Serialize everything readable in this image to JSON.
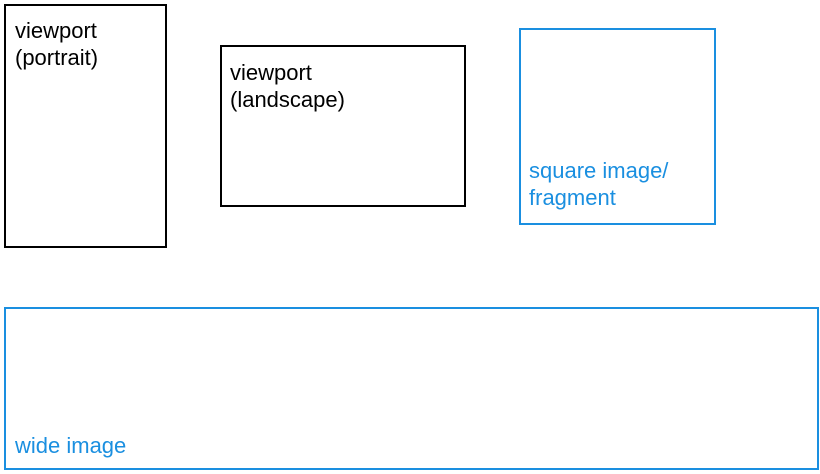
{
  "boxes": {
    "viewport_portrait": {
      "line1": "viewport",
      "line2": "(portrait)",
      "color": "#000000"
    },
    "viewport_landscape": {
      "line1": "viewport",
      "line2": "(landscape)",
      "color": "#000000"
    },
    "square_image": {
      "line1": "square image/",
      "line2": "fragment",
      "color": "#1a8fe0"
    },
    "wide_image": {
      "line1": "wide image",
      "color": "#1a8fe0"
    }
  }
}
